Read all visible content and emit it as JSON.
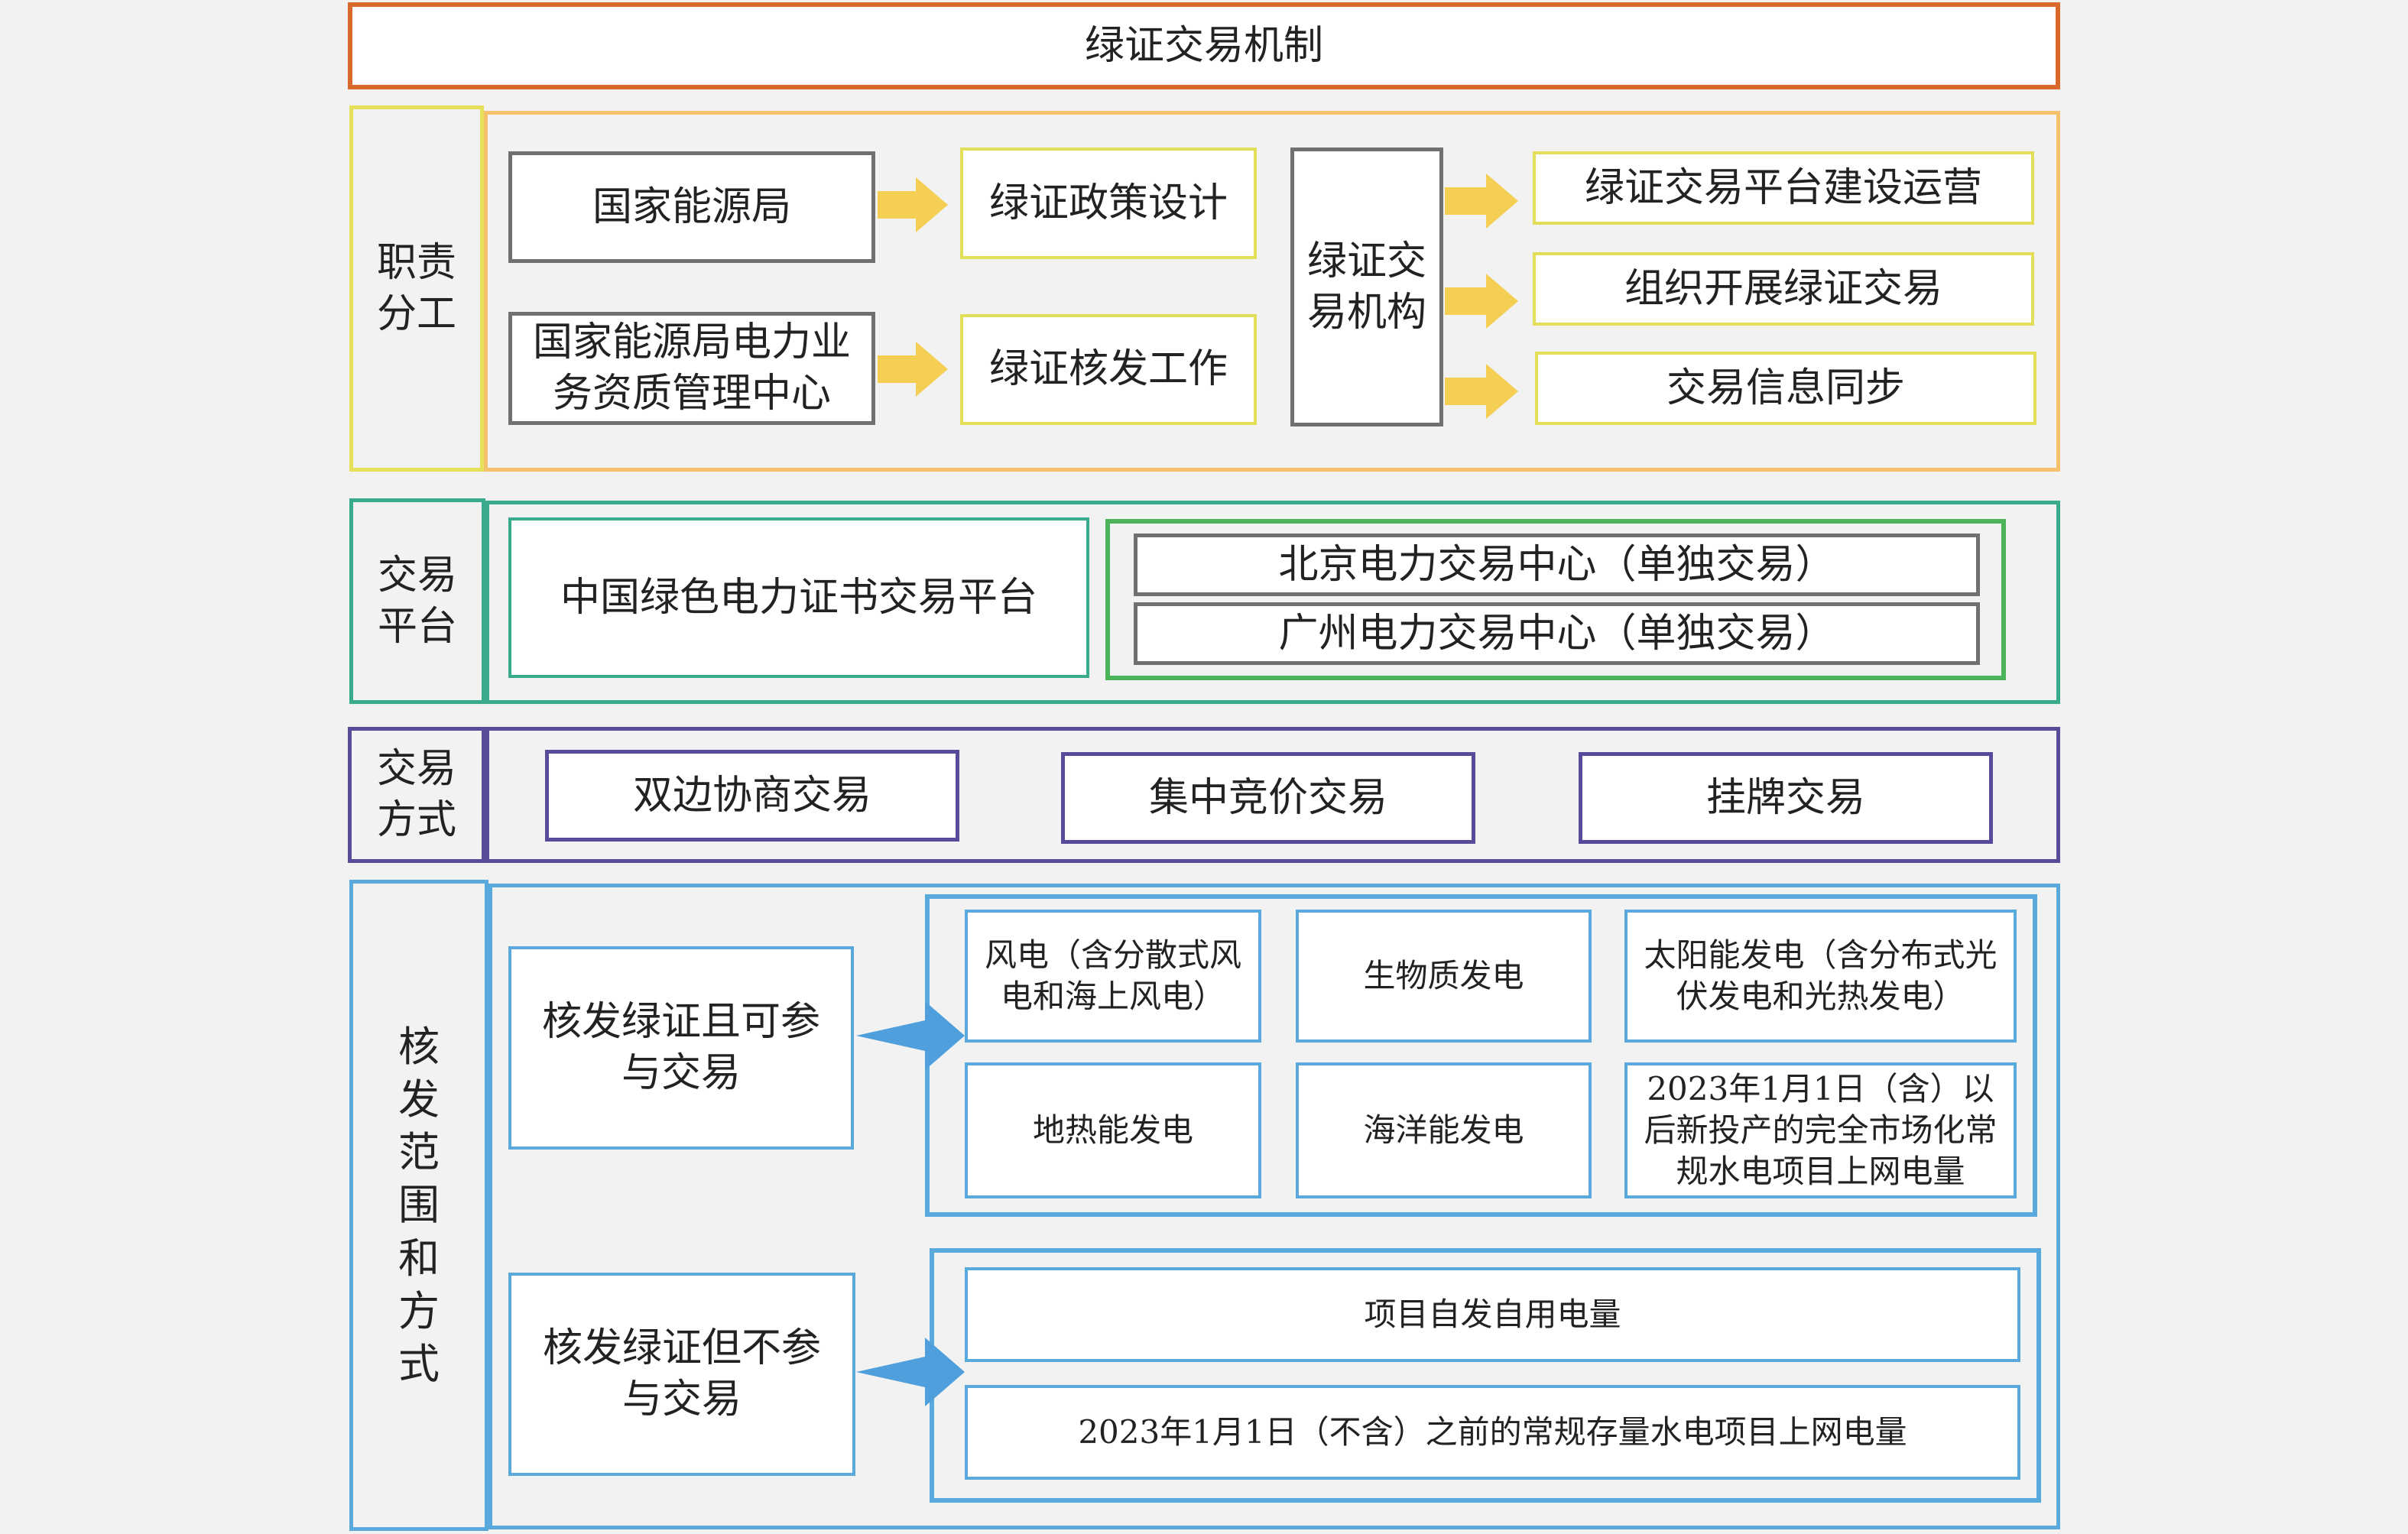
{
  "title": "绿证交易机制",
  "rows": {
    "duties": {
      "label": "职责分工",
      "org1": "国家能源局",
      "task1": "绿证政策设计",
      "org2": "国家能源局电力业务资质管理中心",
      "task2": "绿证核发工作",
      "org3": "绿证交易机构",
      "tasks3": [
        "绿证交易平台建设运营",
        "组织开展绿证交易",
        "交易信息同步"
      ]
    },
    "platform": {
      "label": "交易平台",
      "main": "中国绿色电力证书交易平台",
      "centers": [
        "北京电力交易中心（单独交易）",
        "广州电力交易中心（单独交易）"
      ]
    },
    "method": {
      "label": "交易方式",
      "items": [
        "双边协商交易",
        "集中竞价交易",
        "挂牌交易"
      ]
    },
    "scope": {
      "label": "核发范围和方式",
      "tradable_label": "核发绿证且可参与交易",
      "tradable_items": [
        "风电（含分散式风电和海上风电）",
        "生物质发电",
        "太阳能发电（含分布式光伏发电和光热发电）",
        "地热能发电",
        "海洋能发电",
        "2023年1月1日（含）以后新投产的完全市场化常规水电项目上网电量"
      ],
      "nontradable_label": "核发绿证但不参与交易",
      "nontradable_items": [
        "项目自发自用电量",
        "2023年1月1日（不含）之前的常规存量水电项目上网电量"
      ]
    }
  },
  "colors": {
    "title_border": "#d9692a",
    "duties_label_border": "#e6e05a",
    "duties_frame_border": "#f5c16c",
    "dark_border": "#707070",
    "yellow_box_border": "#e2de5a",
    "yellow_arrow": "#f4cf53",
    "platform_border": "#3aaa8c",
    "platform_inner_green": "#4bb35a",
    "method_border": "#5a4a9a",
    "scope_border": "#5aa9dc",
    "blue_arrow": "#4e9fdb"
  }
}
